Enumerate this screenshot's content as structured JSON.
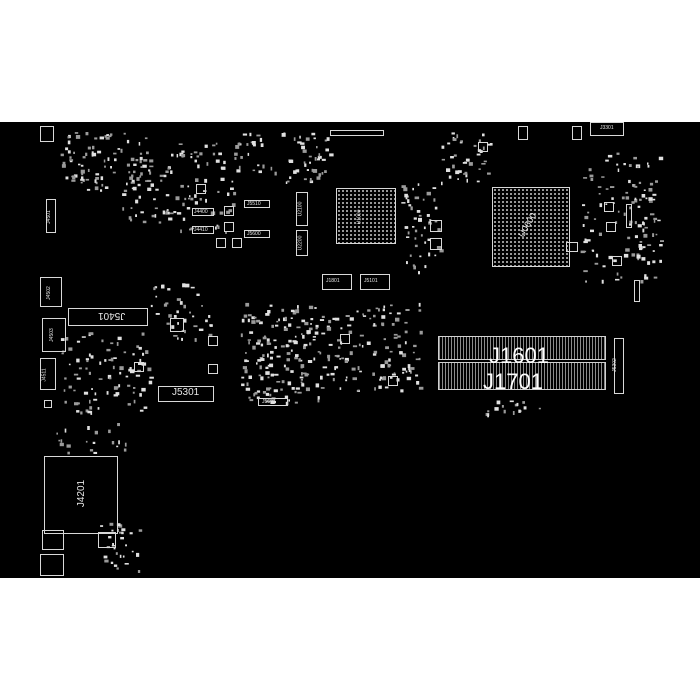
{
  "board": {
    "background": "#000000",
    "silkscreen_color": "#d8d8d8",
    "labels": {
      "j1601": "J1601",
      "j1701": "J1701",
      "j5301": "J5301",
      "j5401": "J5401",
      "j4201": "J4201",
      "j4501": "J4501",
      "j4502": "J4502",
      "j4503": "J4503",
      "j4511": "J4511",
      "j5302": "J5302",
      "j3301": "J3301",
      "u1000": "U1000",
      "u0600": "U0600",
      "u2100": "U2100",
      "u2200": "U2200",
      "j1801": "J1801",
      "j5101": "J5101",
      "j5601": "J5601",
      "j5510": "J5510",
      "j5600": "J5600",
      "j4400": "J4400",
      "j4410": "J4410"
    }
  }
}
